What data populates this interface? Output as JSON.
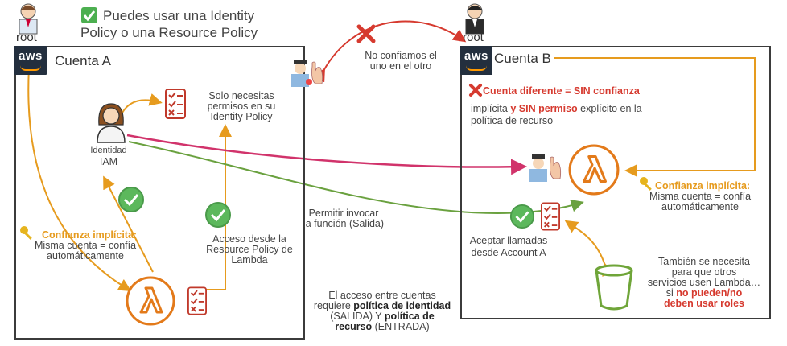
{
  "header": {
    "root_left": "root",
    "root_right": "root",
    "top_note_line1": "Puedes usar una Identity",
    "top_note_line2": "Policy o una Resource Policy"
  },
  "account_a": {
    "title": "Cuenta A",
    "aws_logo": "aws",
    "identity_label_1": "Identidad",
    "identity_label_2": "IAM",
    "solo_line1": "Solo necesitas",
    "solo_line2": "permisos en su",
    "solo_line3": "Identity Policy",
    "acceso_line1": "Acceso desde la",
    "acceso_line2": "Resource Policy de",
    "acceso_line3": "Lambda",
    "confianza_title": "Confianza implícita:",
    "confianza_line1": "Misma cuenta = confía",
    "confianza_line2": "automáticamente"
  },
  "account_b": {
    "title": "Cuenta B",
    "aws_logo": "aws",
    "diff_title": "Cuenta diferente = SIN confianza",
    "diff_line2_a": "implícita ",
    "diff_line2_b": "y SIN permiso",
    "diff_line2_c": " explícito en la",
    "diff_line3": "política de recurso",
    "confianza_title": "Confianza implícita:",
    "confianza_line1": "Misma cuenta = confía",
    "confianza_line2": "automáticamente",
    "aceptar_line1": "Aceptar llamadas",
    "aceptar_line2": "desde Account A",
    "tambien_line1": "También se necesita",
    "tambien_line2": "para que otros",
    "tambien_line3": "servicios usen Lambda…",
    "tambien_line4_a": "si ",
    "tambien_line4_b": "no pueden/no",
    "tambien_line5": "deben usar roles"
  },
  "middle": {
    "noconf_line1": "No confiamos el",
    "noconf_line2": "uno en el otro",
    "permitir_line1": "Permitir invocar",
    "permitir_line2": "la función (Salida)",
    "cross_line1": "El acceso entre cuentas",
    "cross_line2_a": "requiere ",
    "cross_line2_b": "política de identidad",
    "cross_line3_a": "(SALIDA) Y ",
    "cross_line3_b": "política de",
    "cross_line4_a": "recurso",
    "cross_line4_b": " (ENTRADA)"
  },
  "colors": {
    "orange": "#e69b1e",
    "red": "#d63a2f",
    "magenta": "#d1336b",
    "green": "#6aa13f",
    "check_green": "#5cb85c",
    "lambda_orange": "#e37a1a",
    "bucket_green": "#6fa539",
    "aws_dark": "#232f3e"
  },
  "icons": [
    "user-icon",
    "check-box-icon",
    "checklist-icon",
    "check-circle-icon",
    "lambda-icon",
    "guard-icon",
    "x-icon",
    "key-icon",
    "s3-bucket-icon"
  ]
}
